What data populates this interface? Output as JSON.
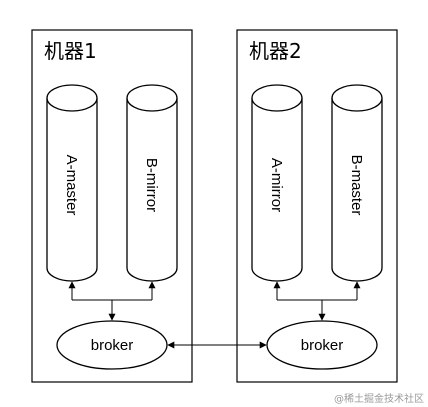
{
  "machines": [
    {
      "title": "机器1",
      "queues": [
        "A-master",
        "B-mirror"
      ],
      "broker": "broker"
    },
    {
      "title": "机器2",
      "queues": [
        "A-mirror",
        "B-master"
      ],
      "broker": "broker"
    }
  ],
  "watermark": "@稀土掘金技术社区"
}
